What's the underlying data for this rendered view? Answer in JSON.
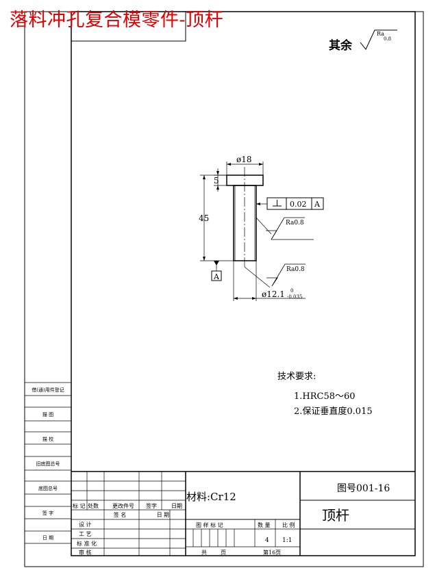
{
  "page_title": "落料冲孔复合模零件-顶杆",
  "surface_finish": {
    "prefix": "其余",
    "ra_label": "Ra",
    "ra_value": "0.8"
  },
  "drawing": {
    "dim_diameter_head": "ø18",
    "dim_head_height": "5",
    "dim_length": "45",
    "perpendicularity_tolerance": "0.02",
    "datum": "A",
    "roughness_upper": "Ra0.8",
    "roughness_lower": "Ra0.8",
    "dim_shaft_diameter": "ø12.1",
    "tolerance_upper": "0",
    "tolerance_lower": "-0.035"
  },
  "tech_requirements": {
    "heading": "技术要求:",
    "items": [
      "1.HRC58～60",
      "2.保证垂直度0.015"
    ]
  },
  "side_strip": {
    "items": [
      "借(通)用件登记",
      "描 图",
      "描 校",
      "旧底图总号",
      "底图总号",
      "签 字",
      "日 期"
    ]
  },
  "title_block": {
    "rev_headers": [
      "标 记",
      "处数",
      "更改件号",
      "签字",
      "日期"
    ],
    "name_headers": [
      "签 名",
      "日 期"
    ],
    "roles": [
      "设 计",
      "工 艺",
      "标 准 化",
      "审 核"
    ],
    "material": "材料:Cr12",
    "drawing_number": "图号001-16",
    "part_name": "顶杆",
    "stage_mark_label": "图 样 标 记",
    "quantity_label": "数 量",
    "scale_label": "比 例",
    "quantity": "4",
    "scale": "1:1",
    "total_sheets_label": "共",
    "sheets_unit": "页",
    "sheet_number_label": "第16页"
  }
}
